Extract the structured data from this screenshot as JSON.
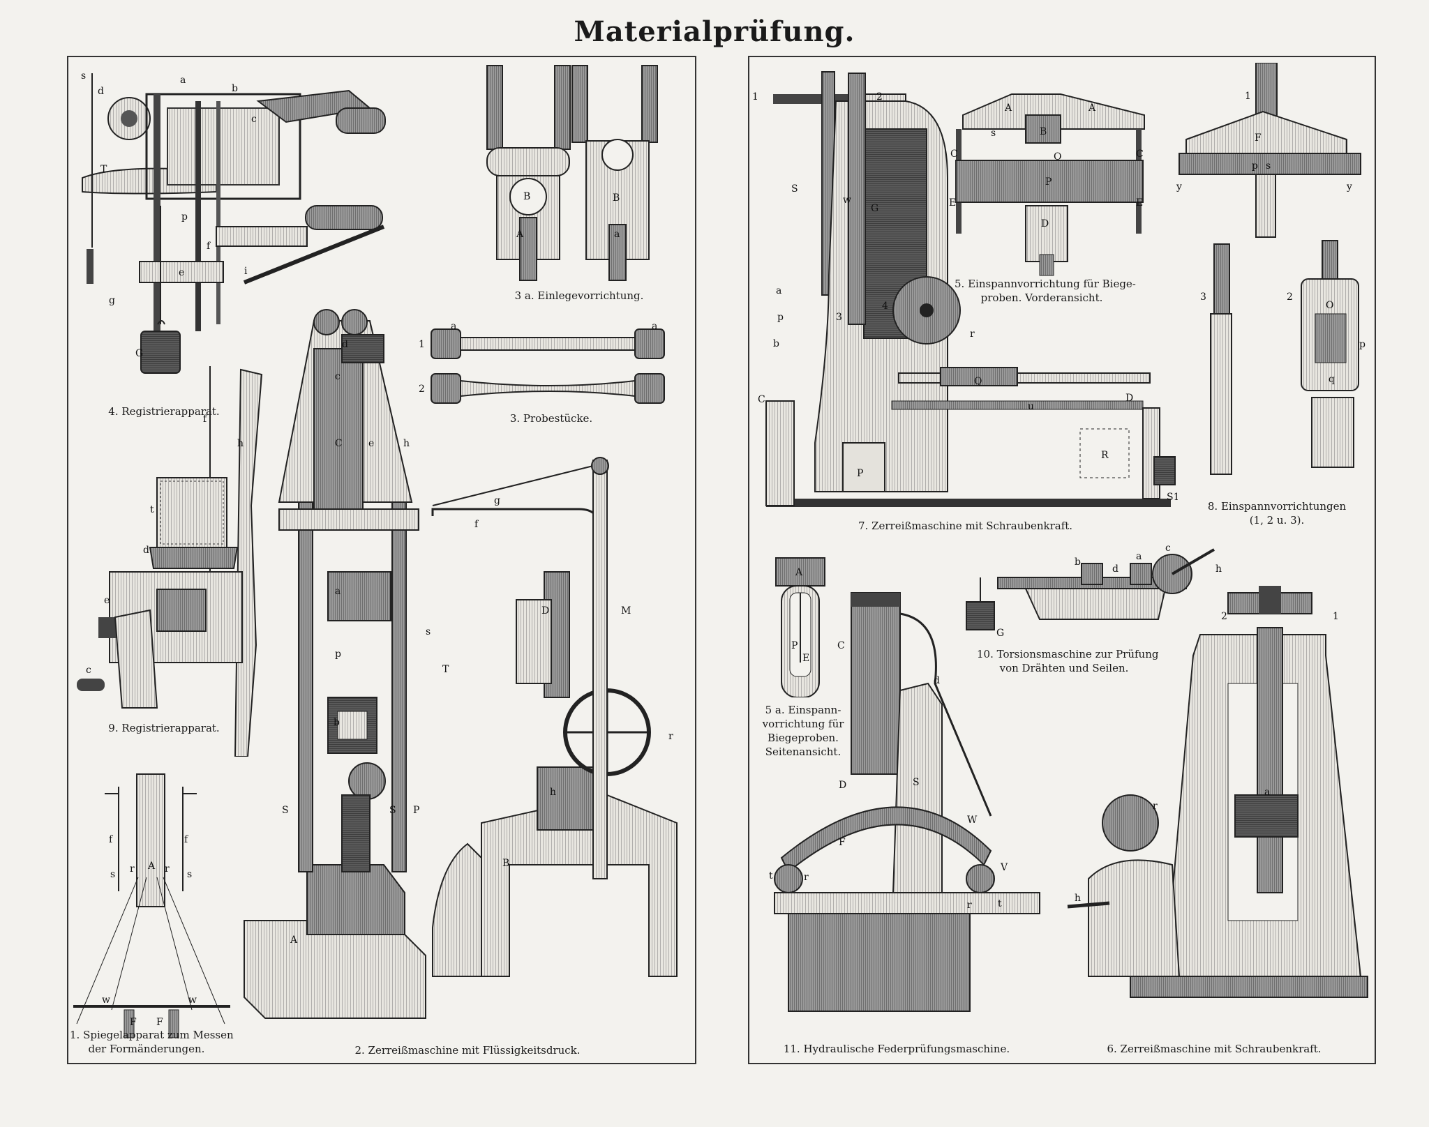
{
  "title": "Materialprüfung.",
  "captions": {
    "fig1_line1": "1. Spiegelapparat zum Messen",
    "fig1_line2": "der Formänderungen.",
    "fig2": "2. Zerreißmaschine mit Flüssigkeitsdruck.",
    "fig3": "3. Probestücke.",
    "fig3a": "3 a. Einlegevorrichtung.",
    "fig4": "4. Registrierapparat.",
    "fig5_line1": "5. Einspannvorrichtung für Biege-",
    "fig5_line2": "proben.   Vorderansicht.",
    "fig5a_line1": "5 a.  Einspann-",
    "fig5a_line2": "vorrichtung für",
    "fig5a_line3": "Biegeproben.",
    "fig5a_line4": "Seitenansicht.",
    "fig6": "6. Zerreißmaschine mit Schraubenkraft.",
    "fig7": "7. Zerreißmaschine mit Schraubenkraft.",
    "fig8_line1": "8. Einspannvorrichtungen",
    "fig8_line2": "(1, 2 u. 3).",
    "fig9": "9. Registrierapparat.",
    "fig10_line1": "10. Torsionsmaschine zur Prüfung",
    "fig10_line2": "von Drähten und Seilen.",
    "fig11": "11. Hydraulische Federprüfungsmaschine."
  },
  "labels": {
    "fig1": [
      "f",
      "f",
      "s",
      "r",
      "A",
      "r",
      "s",
      "w",
      "w",
      "F",
      "F"
    ],
    "fig2": [
      "d",
      "c",
      "C",
      "h",
      "e",
      "h",
      "g",
      "f",
      "a",
      "p",
      "s",
      "T",
      "b",
      "S",
      "S",
      "P",
      "A",
      "D",
      "M",
      "r",
      "h",
      "B"
    ],
    "fig3": [
      "1",
      "a",
      "a",
      "2"
    ],
    "fig3a": [
      "B",
      "B",
      "A",
      "a"
    ],
    "fig4": [
      "s",
      "d",
      "a",
      "b",
      "c",
      "T",
      "p",
      "f",
      "e",
      "i",
      "g",
      "G"
    ],
    "fig5": [
      "A",
      "A",
      "s",
      "B",
      "C",
      "C",
      "O",
      "P",
      "E",
      "E",
      "D"
    ],
    "fig5a": [
      "A",
      "P",
      "E"
    ],
    "fig6": [
      "2",
      "1",
      "r",
      "a",
      "h"
    ],
    "fig7": [
      "1",
      "2",
      "S",
      "G",
      "w",
      "a",
      "p",
      "b",
      "4",
      "3",
      "r",
      "C",
      "Q",
      "u",
      "D",
      "P",
      "R",
      "S1"
    ],
    "fig8": [
      "1",
      "F",
      "p",
      "s",
      "y",
      "y",
      "3",
      "2",
      "O",
      "p",
      "q"
    ],
    "fig9": [
      "f",
      "t",
      "d",
      "e",
      "c"
    ],
    "fig10": [
      "b",
      "d",
      "a",
      "c",
      "h",
      "G"
    ],
    "fig11": [
      "C",
      "d",
      "D",
      "S",
      "F",
      "W",
      "t",
      "r",
      "V",
      "t",
      "r"
    ]
  }
}
